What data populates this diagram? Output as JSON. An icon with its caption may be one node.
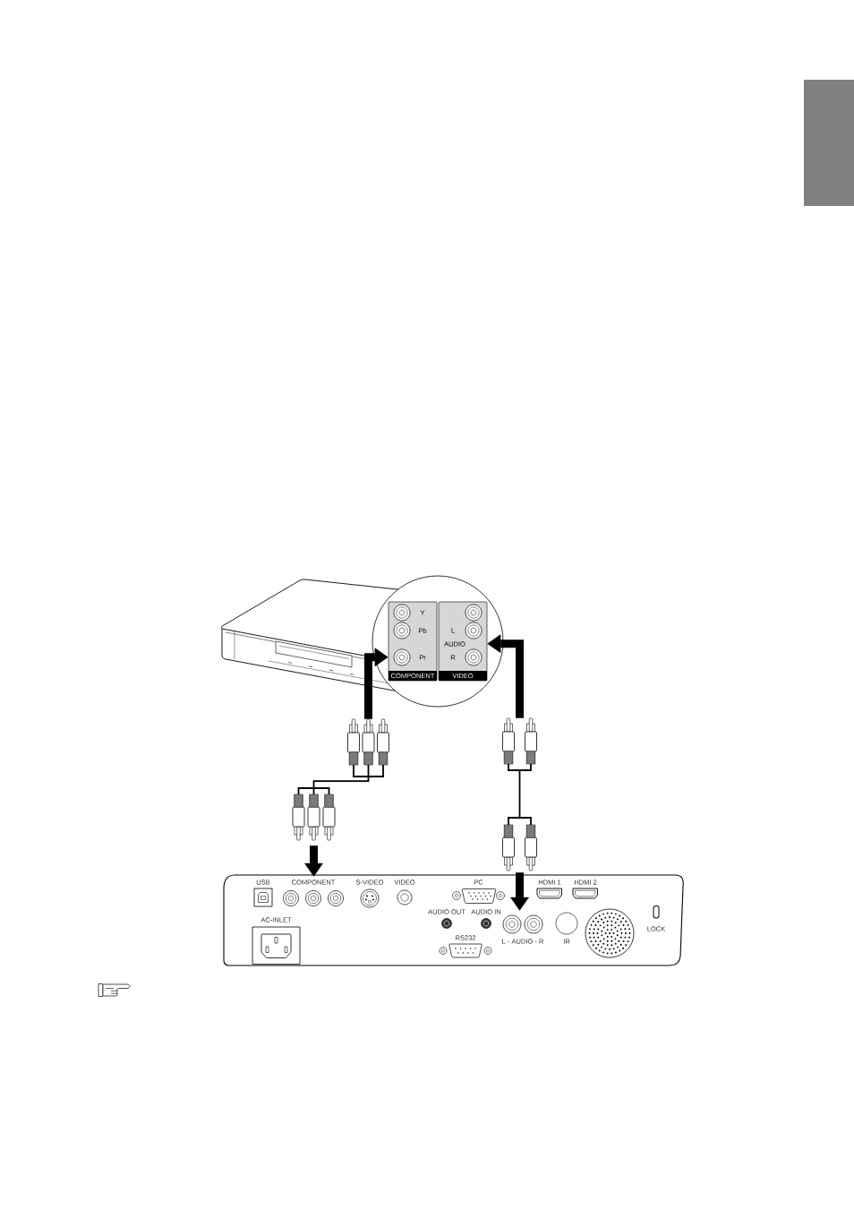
{
  "diagram": {
    "nodes": [
      {
        "text": [],
        "shape": "bar"
      },
      {
        "text": [],
        "shape": "circle"
      },
      {
        "text": [
          "Y",
          "Pb",
          "Pr",
          "COMPONENT"
        ],
        "in": 1
      },
      {
        "text": [
          "L",
          "AUDIO",
          "R",
          "VIDEO"
        ],
        "in": 1
      },
      {
        "text": [],
        "shape": "picture"
      },
      {
        "text": [],
        "shape": "picture"
      },
      {
        "text": [],
        "shape": "picture"
      },
      {
        "text": [],
        "shape": "picture"
      },
      {
        "text": [],
        "shape": "box"
      },
      {
        "text": [
          "USB"
        ],
        "in": 8
      },
      {
        "text": [
          "COMPONENT"
        ],
        "in": 8
      },
      {
        "text": [
          "S-VIDEO"
        ],
        "in": 8
      },
      {
        "text": [
          "VIDEO"
        ],
        "in": 8
      },
      {
        "text": [
          "PC"
        ],
        "in": 8
      },
      {
        "text": [
          "HDMI 1"
        ],
        "in": 8
      },
      {
        "text": [
          "HDMI 2"
        ],
        "in": 8
      },
      {
        "text": [
          "AC-INLET"
        ],
        "in": 8
      },
      {
        "text": [
          "AUDIO OUT"
        ],
        "in": 8
      },
      {
        "text": [
          "AUDIO IN"
        ],
        "in": 8
      },
      {
        "text": [
          "L - AUDIO - R"
        ],
        "in": 8
      },
      {
        "text": [
          "IR"
        ],
        "in": 8
      },
      {
        "text": [],
        "shape": "circle",
        "in": 8
      },
      {
        "text": [
          "LOCK"
        ],
        "in": 8
      },
      {
        "text": [
          "RS232"
        ],
        "in": 8
      }
    ],
    "edges": [
      {
        "from": 4,
        "to": 2,
        "arrow": "to"
      },
      {
        "from": 6,
        "to": 3,
        "arrow": "to"
      },
      {
        "from": 4,
        "to": 5,
        "arrow": "none"
      },
      {
        "from": 6,
        "to": 7,
        "arrow": "none"
      },
      {
        "from": 5,
        "to": 10,
        "arrow": "to"
      },
      {
        "from": 7,
        "to": 19,
        "arrow": "to"
      }
    ]
  }
}
